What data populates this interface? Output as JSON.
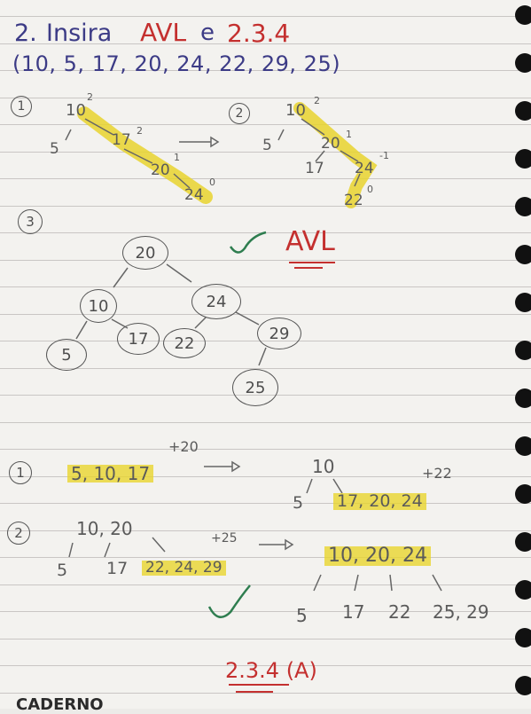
{
  "header": {
    "title_prefix": "2.",
    "title_verb": "Insira",
    "title_tree1": "AVL",
    "title_conj": "e",
    "title_tree2": "2.3.4",
    "sequence": "(10, 5, 17, 20, 24, 22, 29, 25)"
  },
  "avl_steps": {
    "step1": {
      "label": "1",
      "root": "10",
      "root_balance": "2",
      "left": "5",
      "n17": "17",
      "n17_balance": "2",
      "n20": "20",
      "n20_balance": "1",
      "n24": "24",
      "n24_balance": "0",
      "arrow": "→"
    },
    "step2": {
      "label": "2",
      "root": "10",
      "root_balance": "2",
      "left": "5",
      "n20": "20",
      "n20_balance": "1",
      "n17": "17",
      "n24": "24",
      "n24_balance": "-1",
      "n22": "22",
      "n22_balance": "0"
    },
    "step3": {
      "label": "3",
      "check": "✓",
      "tag": "AVL"
    }
  },
  "avl_tree": {
    "nodes": [
      "20",
      "10",
      "24",
      "5",
      "17",
      "22",
      "29",
      "25"
    ]
  },
  "tree234": {
    "step1": {
      "label": "1",
      "keys": "5, 10, 17",
      "insert": "+20",
      "arrow": "→",
      "root": "10",
      "left": "5",
      "right": "17, 20, 24",
      "insert2": "+22"
    },
    "step2": {
      "label": "2",
      "root": "10, 20",
      "left": "5",
      "middle": "17",
      "right": "22, 24, 29",
      "insert": "+25",
      "arrow": "→",
      "new_root": "10, 20, 24",
      "c1": "5",
      "c2": "17",
      "c3": "22",
      "c4": "25, 29",
      "check": "✓"
    },
    "answer": "2.3.4 (A)"
  },
  "footer": {
    "brand": "CADERNO"
  },
  "colors": {
    "blue_ink": "#3c3b86",
    "red_ink": "#c4302f",
    "pencil": "#5a5a5a",
    "highlighter": "#e8d42e",
    "green_ink": "#2e7d4f"
  }
}
